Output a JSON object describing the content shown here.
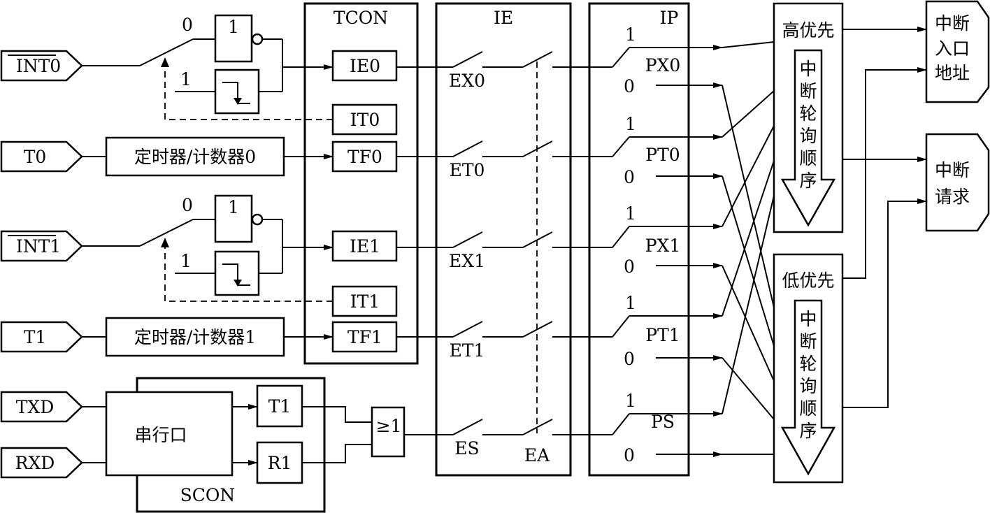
{
  "registers": {
    "tcon": "TCON",
    "ie": "IE",
    "ip": "IP",
    "scon": "SCON"
  },
  "inputs": [
    "INT0",
    "T0",
    "INT1",
    "T1",
    "TXD",
    "RXD"
  ],
  "timers": [
    "定时器/计数器0",
    "定时器/计数器1"
  ],
  "serial_port": "串行口",
  "tcon_bits": [
    "IE0",
    "IT0",
    "TF0",
    "IE1",
    "IT1",
    "TF1"
  ],
  "serial_flags": [
    "T1",
    "R1"
  ],
  "or_gate": "≥1",
  "ie_bits": [
    "EX0",
    "ET0",
    "EX1",
    "ET1",
    "ES",
    "EA"
  ],
  "ip_bits": [
    "PX0",
    "PT0",
    "PX1",
    "PT1",
    "PS"
  ],
  "gate_labels": {
    "not_gate": "1",
    "edge_input": "1",
    "sel_zero": "0",
    "sel_one": "1"
  },
  "priority": {
    "high": "高优先",
    "low": "低优先",
    "poll_chars": [
      "中",
      "断",
      "轮",
      "询",
      "顺",
      "序"
    ]
  },
  "outputs": {
    "vector": [
      "中断",
      "入口",
      "地址"
    ],
    "request": [
      "中断",
      "请求"
    ]
  }
}
